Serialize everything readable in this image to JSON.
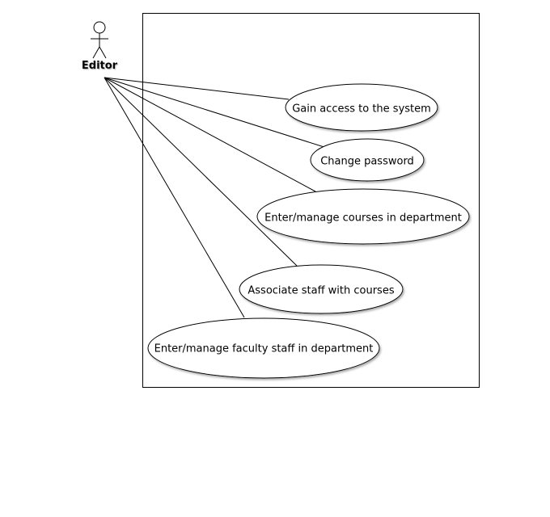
{
  "actor": {
    "name": "Editor",
    "icon": "stick-figure-icon"
  },
  "system_boundary": {
    "label": ""
  },
  "use_cases": [
    {
      "id": "gain-access",
      "label": "Gain access to the system"
    },
    {
      "id": "change-password",
      "label": "Change password"
    },
    {
      "id": "manage-courses",
      "label": "Enter/manage courses in department"
    },
    {
      "id": "associate-staff",
      "label": "Associate staff with courses"
    },
    {
      "id": "manage-faculty",
      "label": "Enter/manage faculty staff in department"
    }
  ],
  "associations": [
    {
      "from": "actor",
      "to": "gain-access"
    },
    {
      "from": "actor",
      "to": "change-password"
    },
    {
      "from": "actor",
      "to": "manage-courses"
    },
    {
      "from": "actor",
      "to": "associate-staff"
    },
    {
      "from": "actor",
      "to": "manage-faculty"
    }
  ],
  "colors": {
    "stroke": "#000000",
    "fill": "#ffffff",
    "shadow": "#b3b3b3"
  }
}
